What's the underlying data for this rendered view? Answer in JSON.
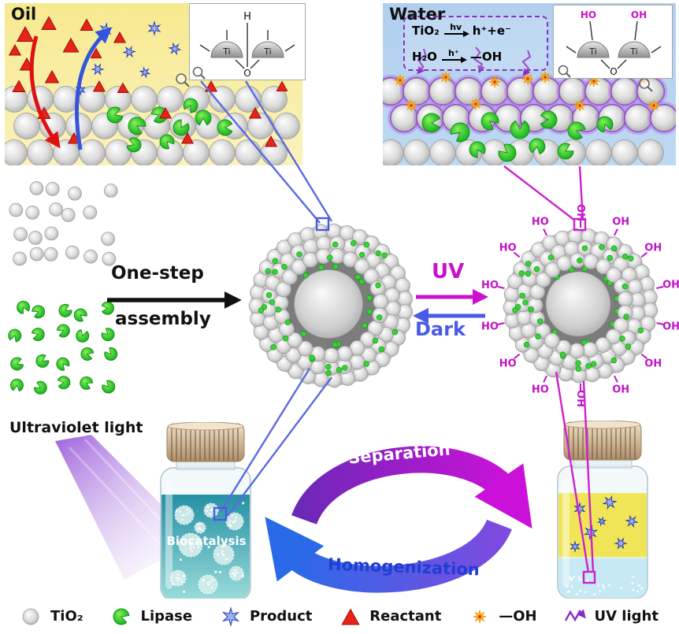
{
  "oil_panel": {
    "title": "Oil",
    "inset": {
      "h": "H",
      "ti": "Ti",
      "o": "O"
    }
  },
  "water_panel": {
    "title": "Water",
    "equations": [
      {
        "reactant": "TiO₂",
        "condition": "hv",
        "product": "h⁺+e⁻"
      },
      {
        "reactant": "H₂O",
        "condition": "h⁺",
        "product": "—OH"
      }
    ],
    "inset": {
      "ho": "HO",
      "oh": "OH",
      "ti": "Ti",
      "o": "O"
    }
  },
  "process": {
    "one_step": "One-step",
    "assembly": "assembly",
    "uv_label": "UV",
    "dark_label": "Dark"
  },
  "hydroxyl_labels": {
    "left": "HO",
    "right": "OH"
  },
  "bottom_section": {
    "ultraviolet_light": "Ultraviolet light",
    "biocatalysis": "Biocatalysis",
    "separation": "Separation",
    "homogenization": "Homogenization"
  },
  "legend": [
    {
      "icon": "tio2-sphere",
      "label": "TiO₂"
    },
    {
      "icon": "lipase",
      "label": "Lipase"
    },
    {
      "icon": "product-star",
      "label": "Product"
    },
    {
      "icon": "reactant-triangle",
      "label": "Reactant"
    },
    {
      "icon": "hydroxyl-sun",
      "label": "—OH"
    },
    {
      "icon": "uv-wave",
      "label": "UV light"
    }
  ],
  "colors": {
    "oil_background": "#f8eda0",
    "water_background": "#b5d3ee",
    "uv_magenta": "#c713cd",
    "dark_blue": "#4a5ae8",
    "lipase_green": "#2ecc2e",
    "reactant_red": "#e8231a",
    "product_blue": "#9db2f0",
    "hydroxyl_orange": "#f2a516",
    "uv_light_purple": "#8a2cc8",
    "separation_purple": "#a01ad6",
    "homogenization_blue": "#2a6ae8",
    "biocatalysis_teal": "#2d97a9",
    "separated_oil_yellow": "#f0e557"
  }
}
